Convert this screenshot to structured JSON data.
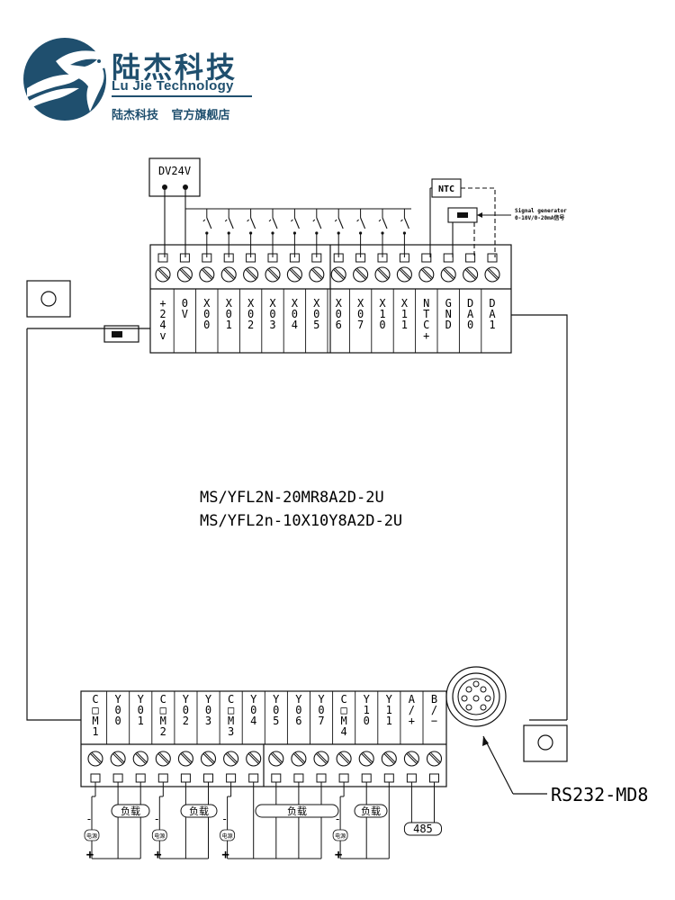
{
  "brand": {
    "name_cn": "陆杰科技",
    "name_en": "Lu Jie Technology",
    "slogan": "陆杰科技 官方旗舰店",
    "logo_color": "#1f4f6e"
  },
  "power_supply": {
    "label": "DV24V"
  },
  "ntc": {
    "label": "NTC"
  },
  "signal_generator": {
    "line1": "Signal generator",
    "line2": "0-10V/0-20mA信号"
  },
  "model": {
    "line1": "MS/YFL2N-20MR8A2D-2U",
    "line2": "MS/YFL2n-10X10Y8A2D-2U"
  },
  "top_terminals": [
    [
      "+",
      "2",
      "4",
      "v"
    ],
    [
      "0",
      "V"
    ],
    [
      "X",
      "0",
      "0"
    ],
    [
      "X",
      "0",
      "1"
    ],
    [
      "X",
      "0",
      "2"
    ],
    [
      "X",
      "0",
      "3"
    ],
    [
      "X",
      "0",
      "4"
    ],
    [
      "X",
      "0",
      "5"
    ],
    [
      "X",
      "0",
      "6"
    ],
    [
      "X",
      "0",
      "7"
    ],
    [
      "X",
      "1",
      "0"
    ],
    [
      "X",
      "1",
      "1"
    ],
    [
      "N",
      "T",
      "C",
      "+"
    ],
    [
      "G",
      "N",
      "D"
    ],
    [
      "D",
      "A",
      "0"
    ],
    [
      "D",
      "A",
      "1"
    ]
  ],
  "bottom_terminals": [
    [
      "C",
      "□",
      "M",
      "1"
    ],
    [
      "Y",
      "0",
      "0"
    ],
    [
      "Y",
      "0",
      "1"
    ],
    [
      "C",
      "□",
      "M",
      "2"
    ],
    [
      "Y",
      "0",
      "2"
    ],
    [
      "Y",
      "0",
      "3"
    ],
    [
      "C",
      "□",
      "M",
      "3"
    ],
    [
      "Y",
      "0",
      "4"
    ],
    [
      "Y",
      "0",
      "5"
    ],
    [
      "Y",
      "0",
      "6"
    ],
    [
      "Y",
      "0",
      "7"
    ],
    [
      "C",
      "□",
      "M",
      "4"
    ],
    [
      "Y",
      "1",
      "0"
    ],
    [
      "Y",
      "1",
      "1"
    ],
    [
      "A",
      "/",
      "+"
    ],
    [
      "B",
      "/",
      "−"
    ]
  ],
  "load_label": "负载",
  "power_label": "电源",
  "minus_sign": "-",
  "plus_sign": "+",
  "rs485_label": "485",
  "rs232_label": "RS232-MD8"
}
